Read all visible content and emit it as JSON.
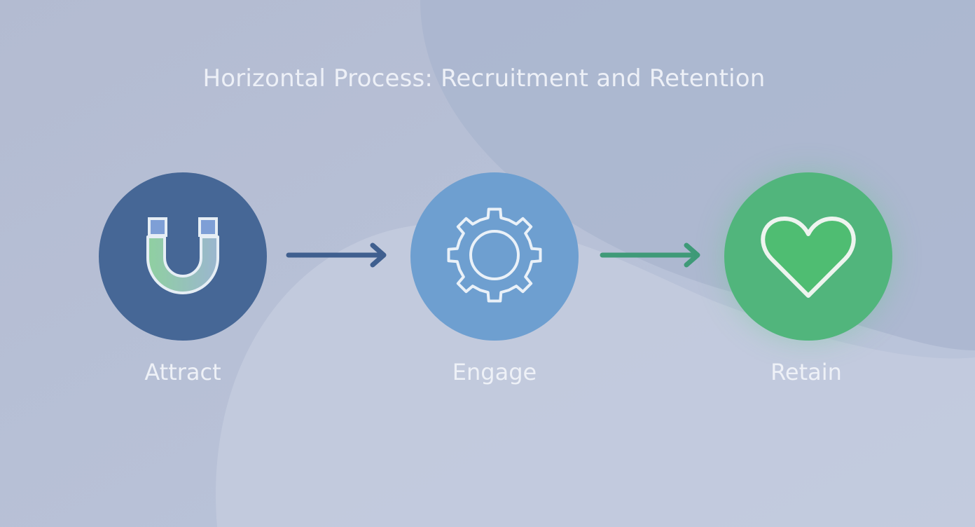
{
  "title": "Horizontal Process: Recruitment and Retention",
  "steps": [
    {
      "label": "Attract",
      "icon": "magnet-icon",
      "color": "#466796"
    },
    {
      "label": "Engage",
      "icon": "gear-icon",
      "color": "#6e9fd0"
    },
    {
      "label": "Retain",
      "icon": "heart-icon",
      "color": "#51b57c"
    }
  ],
  "arrows": [
    {
      "color": "#3f5f8f"
    },
    {
      "color": "#3f9a78"
    }
  ]
}
